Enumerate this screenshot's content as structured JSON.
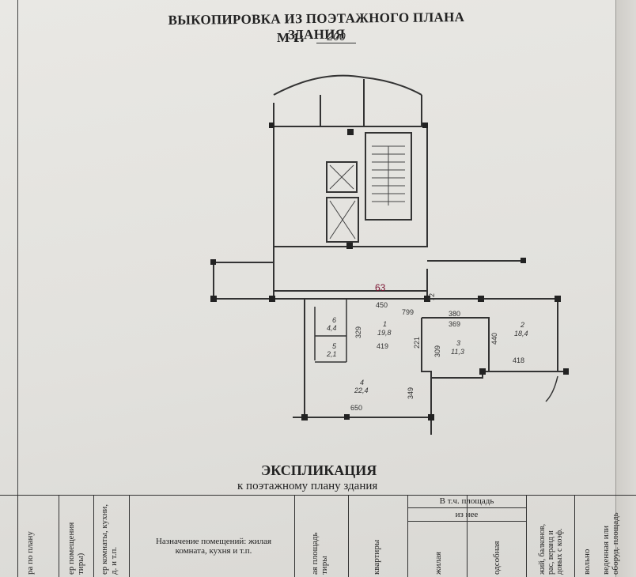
{
  "document": {
    "title": "ВЫКОПИРОВКА ИЗ ПОЭТАЖНОГО ПЛАНА ЗДАНИЯ",
    "scale_label": "М 1:",
    "scale_value": "200"
  },
  "plan": {
    "apartment_number": "63",
    "rooms": [
      {
        "number": "1",
        "area": "19,8"
      },
      {
        "number": "2",
        "area": "18,4"
      },
      {
        "number": "3",
        "area": "11,3"
      },
      {
        "number": "4",
        "area": "22,4"
      },
      {
        "number": "5",
        "area": "2,1"
      },
      {
        "number": "6",
        "area": "4,4"
      }
    ],
    "dimensions": [
      "450",
      "799",
      "72",
      "380",
      "369",
      "329",
      "419",
      "221",
      "309",
      "440",
      "418",
      "349",
      "650"
    ]
  },
  "explication": {
    "title": "ЭКСПЛИКАЦИЯ",
    "subtitle": "к поэтажному плану здания",
    "header_incl": "В т.ч. площадь",
    "header_of_which": "из нее",
    "columns": [
      "ра по плану",
      "ер помещения тиры)",
      "ер комнаты, кухни, д. и т.п.",
      "Назначение помещений: жилая комната, кухня и т.п.",
      "ая площадь тиры",
      "квартиры",
      "жилая",
      "одсобная",
      "жий, балконов, рас, веранд и довых с коэф.",
      "вольно",
      "веденная или оборуд. площадь"
    ]
  }
}
